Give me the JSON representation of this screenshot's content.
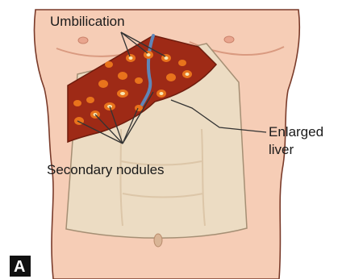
{
  "figure": {
    "panel_tag": "A",
    "labels": {
      "umbilication": "Umbilication",
      "enlarged_liver_line1": "Enlarged",
      "enlarged_liver_line2": "liver",
      "secondary_nodules": "Secondary nodules"
    },
    "colors": {
      "background": "#ffffff",
      "skin": "#f6cdb6",
      "skin_shadow": "#e8ab92",
      "outline": "#7a3b2a",
      "liver": "#9e2a16",
      "liver_edge": "#6e1c0d",
      "abdomen_region": "#ecdcc3",
      "abdomen_edge": "#a58f74",
      "nodule": "#e8731c",
      "nodule_center": "#f7e7b5",
      "vein": "#5f86b8",
      "leader_line": "#333333",
      "tag_box": "#111111",
      "tag_text": "#ffffff"
    }
  }
}
